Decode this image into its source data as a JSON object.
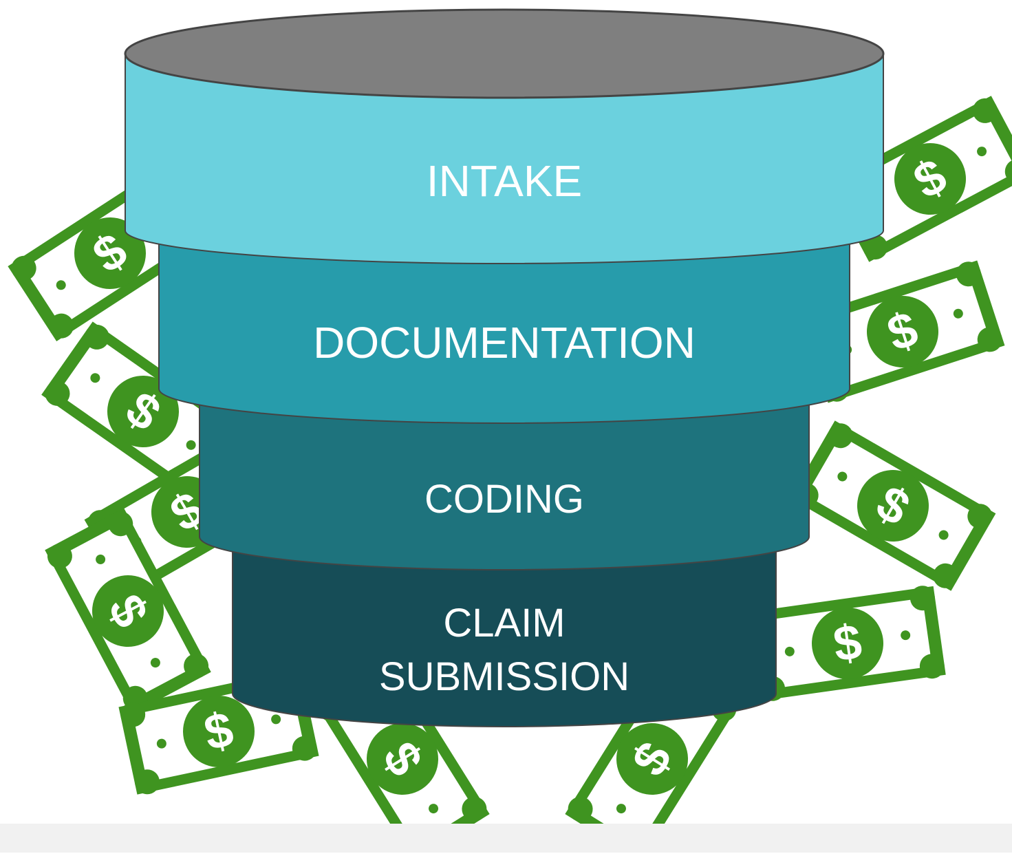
{
  "diagram": {
    "stages": [
      {
        "id": "intake",
        "label_lines": [
          "INTAKE"
        ],
        "color": "#6bd1de"
      },
      {
        "id": "documentation",
        "label_lines": [
          "DOCUMENTATION"
        ],
        "color": "#279cab"
      },
      {
        "id": "coding",
        "label_lines": [
          "CODING"
        ],
        "color": "#1e737d"
      },
      {
        "id": "claim-submission",
        "label_lines": [
          "CLAIM",
          "SUBMISSION"
        ],
        "color": "#164d57"
      }
    ],
    "colors": {
      "funnel_top": "#7f7f7f",
      "outline": "#444444",
      "label_text": "#ffffff",
      "bill_green": "#3f9420",
      "bill_paper": "#ffffff",
      "background_strip": "#f1f1f1"
    },
    "decorations": {
      "bill_icon": "dollar-bill-icon",
      "bill_symbol": "$"
    }
  }
}
